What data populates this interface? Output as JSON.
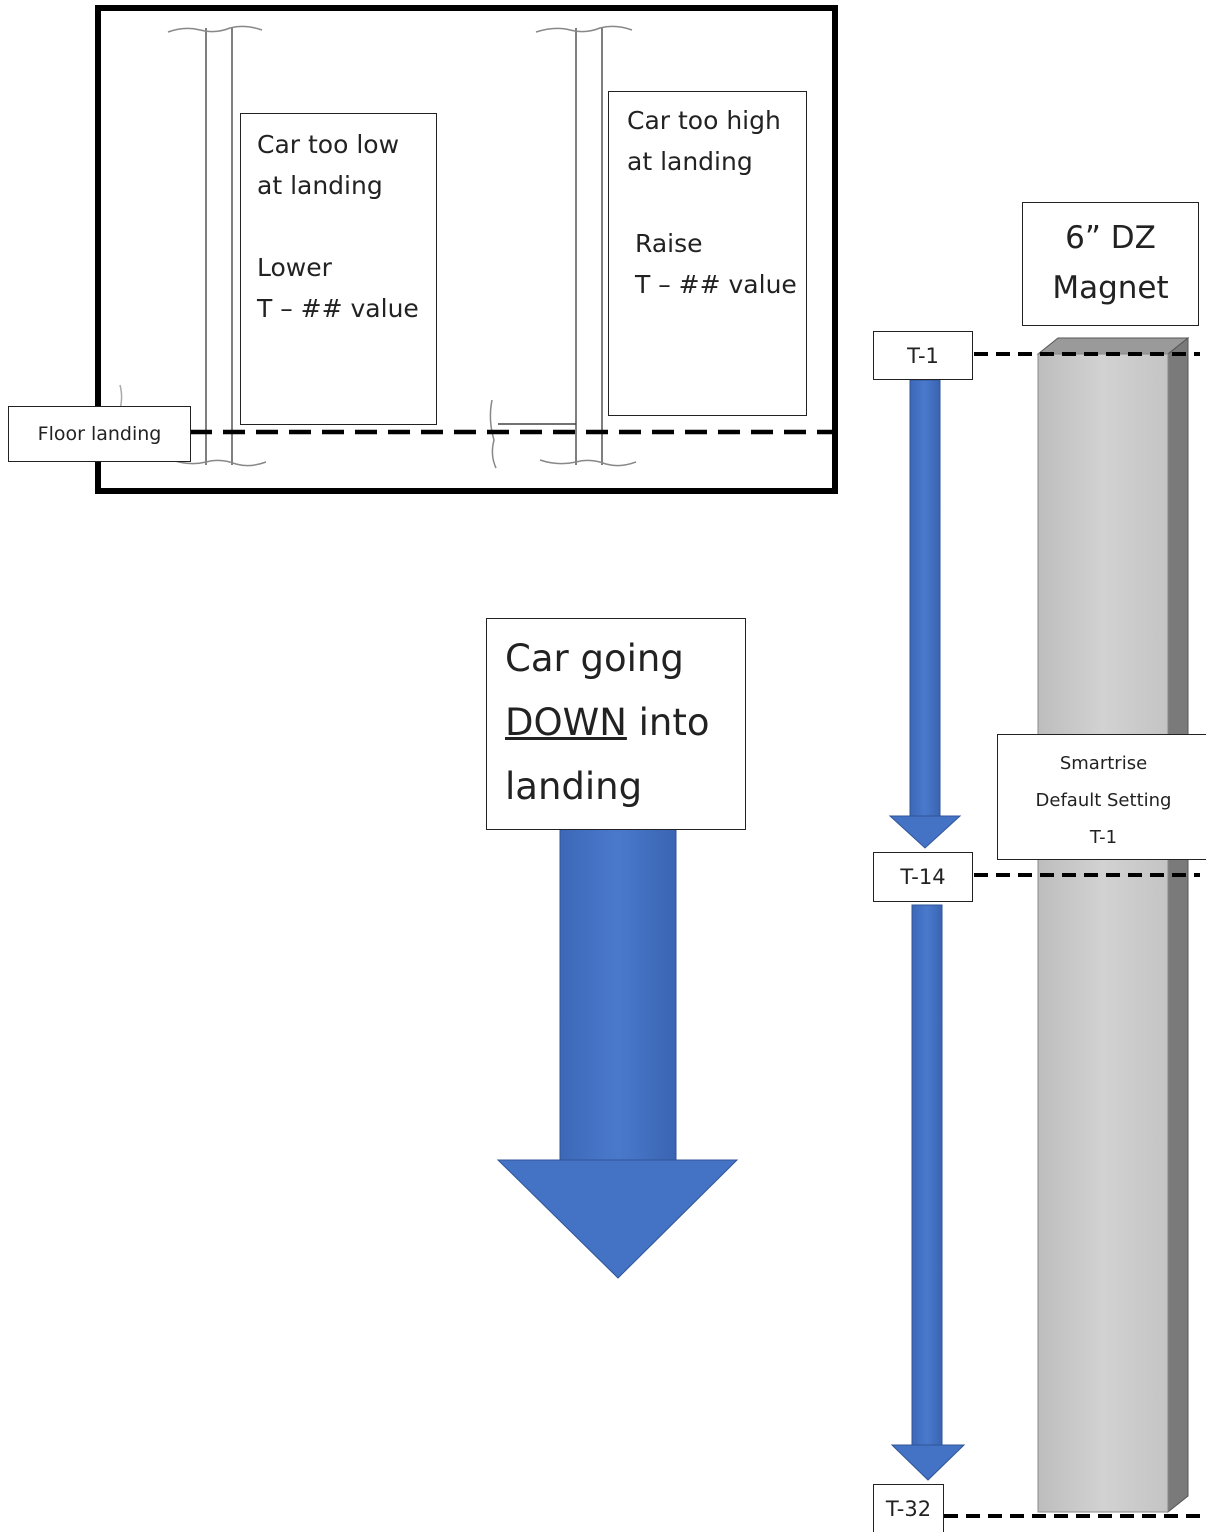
{
  "inset": {
    "floor_label": "Floor landing",
    "low_box": {
      "line1": "Car too low",
      "line2": "at landing",
      "action": "Lower",
      "value": "T – ## value"
    },
    "high_box": {
      "line1": "Car too high",
      "line2": "at landing",
      "action": "Raise",
      "value": "T – ## value"
    }
  },
  "down_box": {
    "line1": "Car going",
    "line2_underlined": "DOWN",
    "line2_rest": " into",
    "line3": "landing"
  },
  "magnet": {
    "title_line1": "6” DZ",
    "title_line2": "Magnet"
  },
  "tags": {
    "t1": "T-1",
    "t14": "T-14",
    "t32": "T-32"
  },
  "default_box": {
    "line1": "Smartrise",
    "line2": "Default Setting",
    "line3": "T-1"
  },
  "colors": {
    "arrow_blue": "#4472C4",
    "arrow_edge": "#2f5597",
    "magnet_face": "#c8c8c8",
    "magnet_side": "#7a7a7a"
  }
}
